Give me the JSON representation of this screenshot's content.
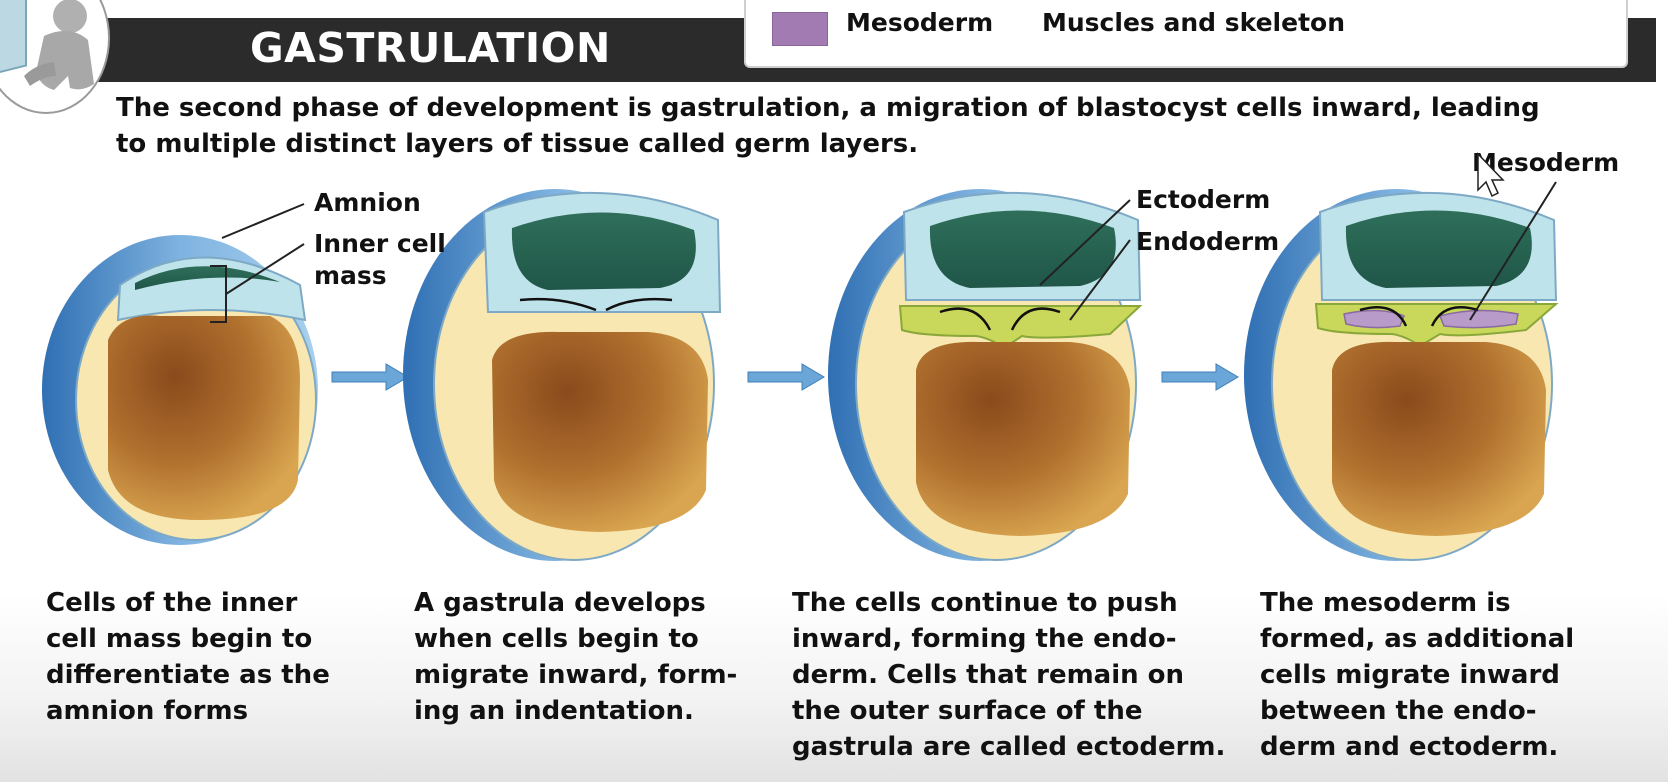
{
  "header": {
    "title": "GASTRULATION"
  },
  "legend": {
    "term": "Mesoderm",
    "description": "Muscles and skeleton",
    "swatch_color": "#a27bb2"
  },
  "intro": "The second phase of development is gastrulation, a migration of blastocyst cells inward, leading to multiple distinct layers of tissue called germ layers.",
  "labels": {
    "amnion": "Amnion",
    "inner_cell_1": "Inner cell",
    "inner_cell_2": "mass",
    "ectoderm": "Ectoderm",
    "endoderm": "Endoderm",
    "mesoderm": "Mesoderm"
  },
  "captions": [
    "Cells of the inner\ncell mass begin to\ndifferentiate as the\namnion forms",
    "A gastrula develops\nwhen cells begin to\nmigrate inward, form-\ning an indentation.",
    "The cells continue to push\ninward, forming the endo-\nderm. Cells that remain on\nthe outer surface of the\ngastrula are called ectoderm.",
    "The mesoderm is\nformed, as additional\ncells migrate inward\nbetween the endo-\nderm and ectoderm."
  ],
  "colors": {
    "outer_blue": "#5b9bd5",
    "cream": "#f8e7b0",
    "yolk": "#a8682a",
    "amnion_cavity": "#2e6e5e",
    "ectoderm_green": "#c9d85a",
    "mesoderm_purple": "#b89bc8"
  },
  "icons": [
    "avatar-icon",
    "arrow-right-icon",
    "cursor-icon"
  ]
}
